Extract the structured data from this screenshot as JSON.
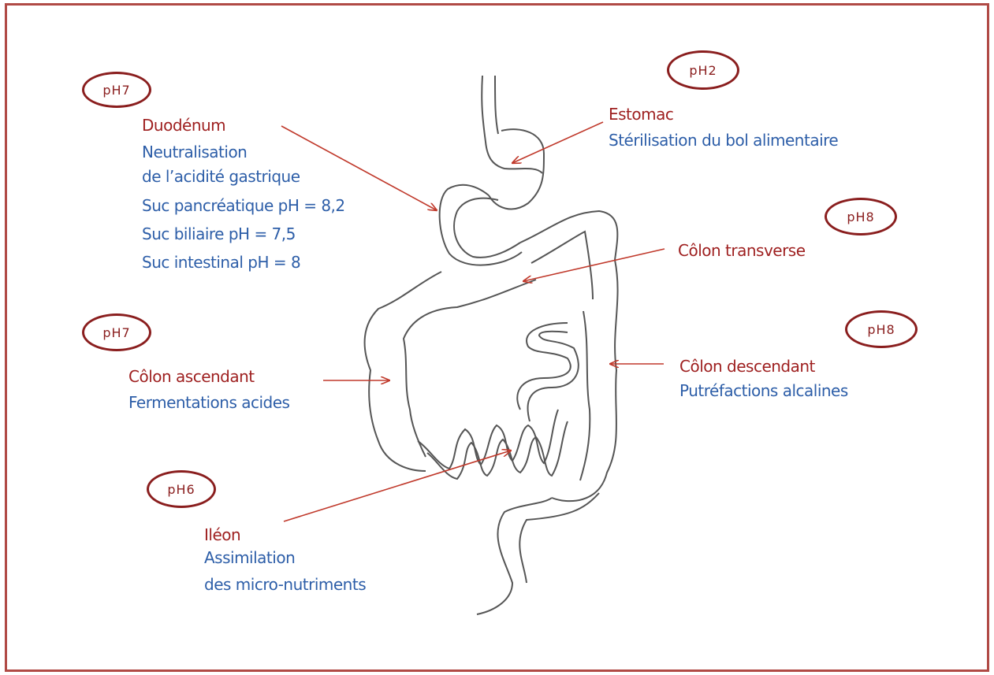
{
  "colors": {
    "frame": "#b04a45",
    "organ_name": "#9e1f1f",
    "description": "#2d5ea8",
    "arrow": "#c0392b",
    "outline": "#555555",
    "badge": "#8a1e1e"
  },
  "badges": {
    "duodenum": "pH7",
    "stomach": "pH2",
    "transverse": "pH8",
    "ascending": "pH7",
    "descending": "pH8",
    "ileum": "pH6"
  },
  "duodenum": {
    "name": "Duodénum",
    "line1": "Neutralisation",
    "line2": "de l’acidité gastrique",
    "suc1": "Suc pancréatique pH = 8,2",
    "suc2": "Suc biliaire  pH = 7,5",
    "suc3": "Suc intestinal pH = 8"
  },
  "stomach": {
    "name": "Estomac",
    "desc": "Stérilisation du bol alimentaire"
  },
  "transverse": {
    "name": "Côlon transverse"
  },
  "ascending": {
    "name": "Côlon ascendant",
    "desc": "Fermentations acides"
  },
  "descending": {
    "name": "Côlon descendant",
    "desc": "Putréfactions alcalines"
  },
  "ileum": {
    "name": "Iléon",
    "line1": "Assimilation",
    "line2": "des micro-nutriments"
  }
}
